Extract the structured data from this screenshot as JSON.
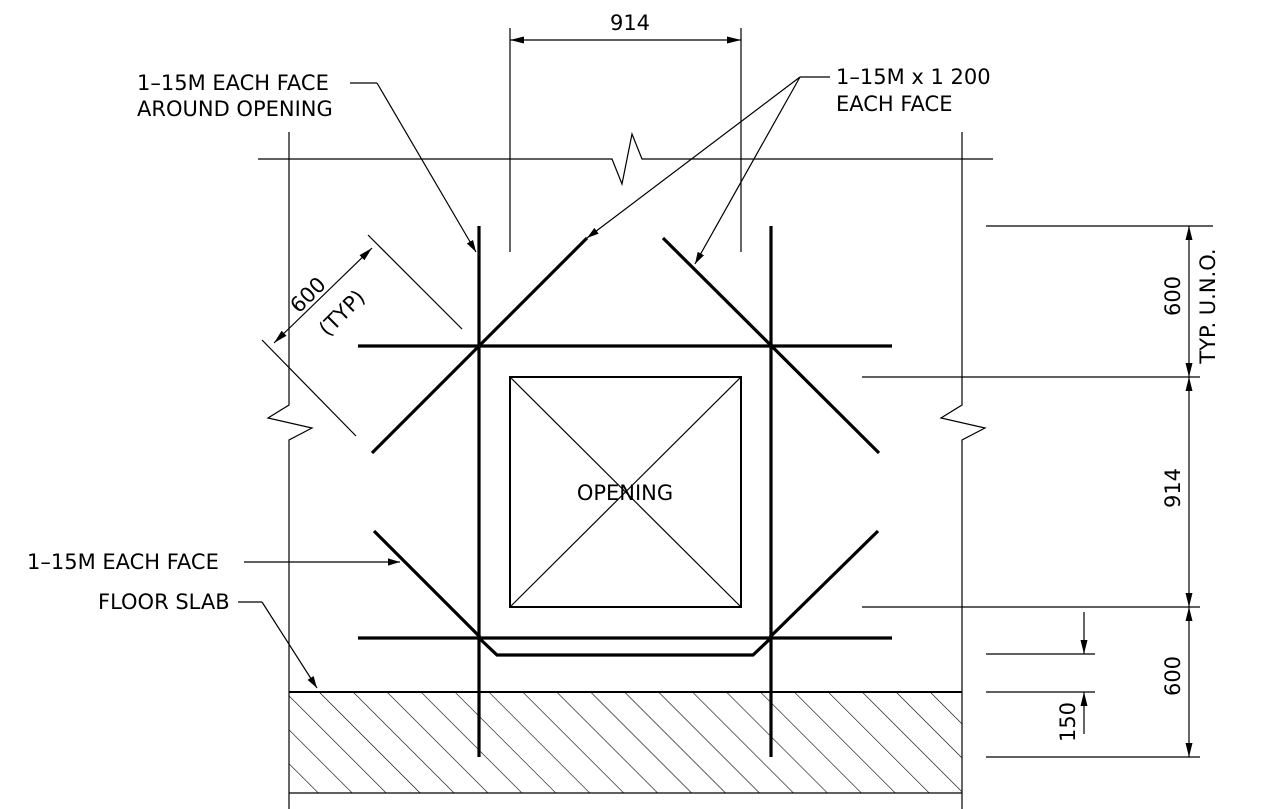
{
  "labels": {
    "top_dim": "914",
    "callout_around_line1": "1–15M EACH FACE",
    "callout_around_line2": "AROUND OPENING",
    "callout_x1200_line1": "1–15M x 1 200",
    "callout_x1200_line2": "EACH FACE",
    "diag_dim": "600",
    "diag_dim_note": "(TYP)",
    "right_dim_top": "600",
    "right_dim_note": "TYP. U.N.O.",
    "right_dim_mid": "914",
    "right_dim_bottom": "600",
    "small_dim": "150",
    "opening": "OPENING",
    "callout_each_face": "1–15M EACH FACE",
    "callout_floor_slab": "FLOOR SLAB"
  }
}
